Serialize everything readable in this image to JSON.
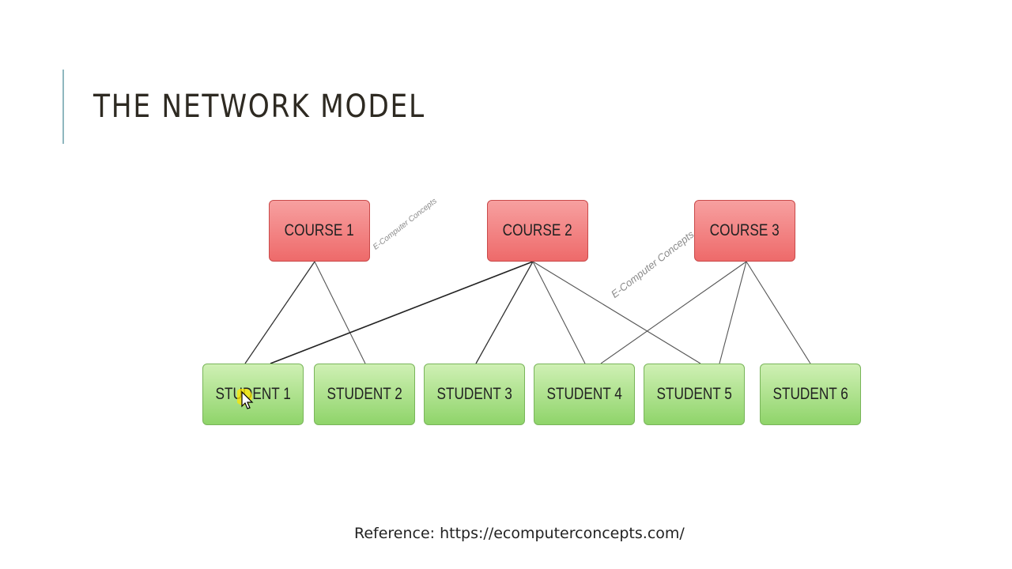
{
  "slide": {
    "title": "THE NETWORK MODEL",
    "reference": "Reference: https://ecomputerconcepts.com/"
  },
  "diagram": {
    "courses": [
      {
        "id": "c1",
        "label": "COURSE 1"
      },
      {
        "id": "c2",
        "label": "COURSE 2"
      },
      {
        "id": "c3",
        "label": "COURSE 3"
      }
    ],
    "students": [
      {
        "id": "s1",
        "label": "STUDENT 1"
      },
      {
        "id": "s2",
        "label": "STUDENT 2"
      },
      {
        "id": "s3",
        "label": "STUDENT 3"
      },
      {
        "id": "s4",
        "label": "STUDENT 4"
      },
      {
        "id": "s5",
        "label": "STUDENT 5"
      },
      {
        "id": "s6",
        "label": "STUDENT 6"
      }
    ],
    "edges": [
      {
        "from": "c1",
        "to": "s1"
      },
      {
        "from": "c1",
        "to": "s2"
      },
      {
        "from": "c2",
        "to": "s1"
      },
      {
        "from": "c2",
        "to": "s3"
      },
      {
        "from": "c2",
        "to": "s4"
      },
      {
        "from": "c2",
        "to": "s5"
      },
      {
        "from": "c3",
        "to": "s4"
      },
      {
        "from": "c3",
        "to": "s5"
      },
      {
        "from": "c3",
        "to": "s6"
      }
    ],
    "watermarks": [
      "E-Computer Concepts",
      "E-Computer Concepts"
    ]
  },
  "colors": {
    "course_fill": "#ee6a6a",
    "student_fill": "#8fd46a",
    "edge": "#333333",
    "accent": "#8fb7bf"
  }
}
